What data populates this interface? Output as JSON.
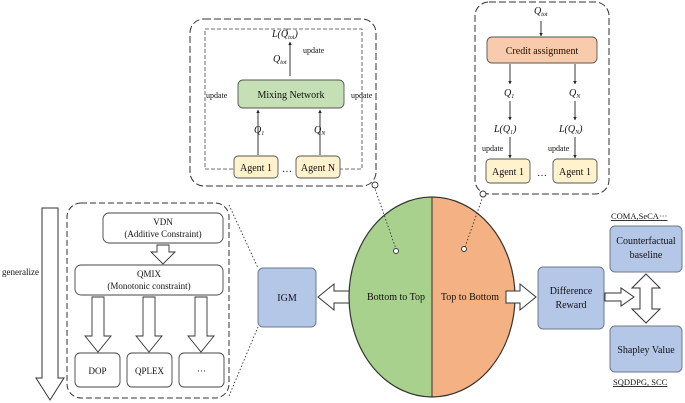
{
  "left_panel": {
    "generalize_label": "generalize",
    "vdn": {
      "name": "VDN",
      "constraint": "(Additive Constraint)"
    },
    "qmix": {
      "name": "QMIX",
      "constraint": "(Monotonic constraint)"
    },
    "variants": [
      "DOP",
      "QPLEX",
      "···"
    ]
  },
  "igm_label": "IGM",
  "circle": {
    "left_label": "Bottom to Top",
    "right_label": "Top to Bottom"
  },
  "mixing_panel": {
    "loss_label": "L(Q",
    "loss_sub": "tot",
    "loss_close": ")",
    "qtot": "Q",
    "qtot_sub": "tot",
    "update_label": "update",
    "mixing_network": "Mixing Network",
    "q1": "Q",
    "q1_sub": "1",
    "qn": "Q",
    "qn_sub": "N",
    "agent_1": "Agent 1",
    "agent_n": "Agent N",
    "ellipsis": "…"
  },
  "credit_panel": {
    "qtot": "Q",
    "qtot_sub": "tot",
    "credit_assignment": "Credit assignment",
    "q1": "Q",
    "q1_sub": "1",
    "qn": "Q",
    "qn_sub": "N",
    "loss_q1": "L(Q",
    "loss_q1_sub": "1",
    "loss_qn": "L(Q",
    "loss_qn_sub": "N",
    "loss_close": ")",
    "update_label": "update",
    "agent_1": "Agent 1",
    "ellipsis": "…"
  },
  "difference_reward": {
    "line1": "Difference",
    "line2": "Reward"
  },
  "right_column": {
    "top_methods": "COMA,SeCA···",
    "counterfactual": {
      "line1": "Counterfactual",
      "line2": "baseline"
    },
    "shapley": "Shapley Value",
    "bottom_methods": "SQDDPG, SCC"
  },
  "colors": {
    "blue_box": "#b4c7e7",
    "green": "#a9d18e",
    "orange": "#f4b183",
    "agent_fill": "#fff2cc",
    "mixing_fill": "#c5e0b4"
  }
}
